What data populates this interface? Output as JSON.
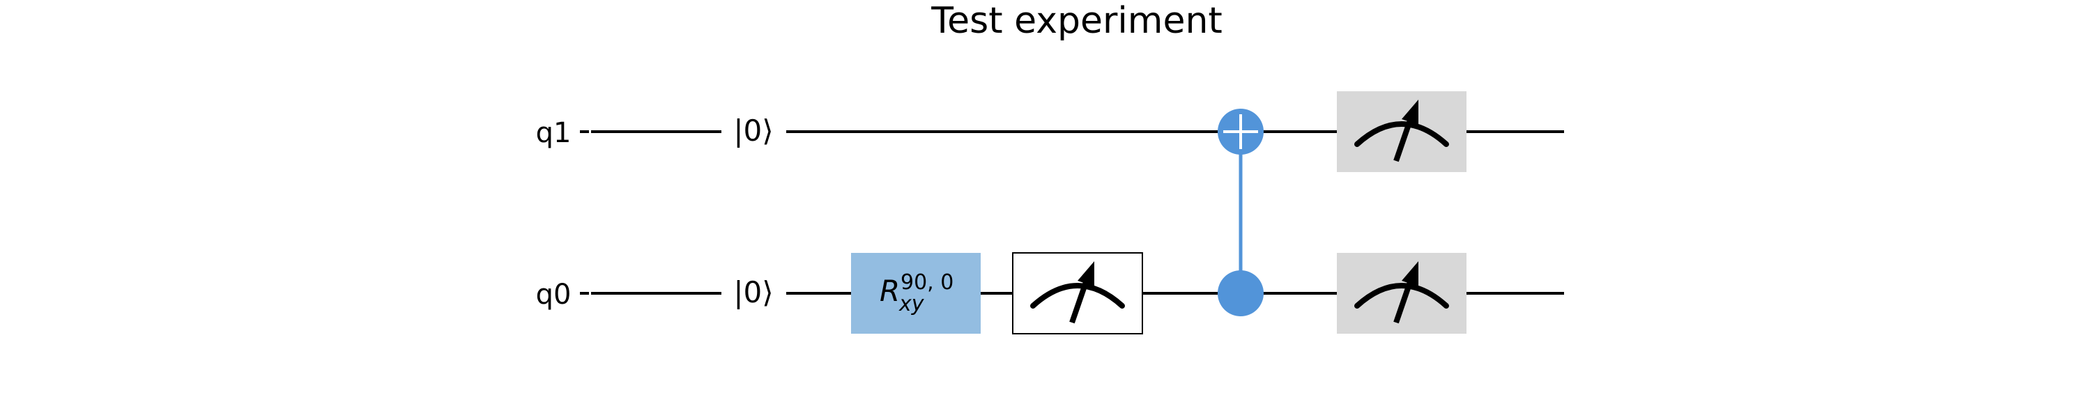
{
  "title": "Test experiment",
  "qubits": [
    {
      "id": "q1",
      "label": "q1"
    },
    {
      "id": "q0",
      "label": "q0"
    }
  ],
  "init_state": "|0⟩",
  "gates": {
    "rxy": {
      "symbol": "R",
      "superscript": "90, 0",
      "subscript": "xy"
    }
  },
  "colors": {
    "rotation_gate": "#93bde1",
    "measurement_readout": "#d8d8d8",
    "measurement_box_border": "#000000",
    "cnot": "#5294d9",
    "wire": "#000000"
  },
  "icons": {
    "measurement": "meter-icon",
    "cnot_target": "cnot-target-icon",
    "cnot_control": "cnot-control-icon"
  }
}
